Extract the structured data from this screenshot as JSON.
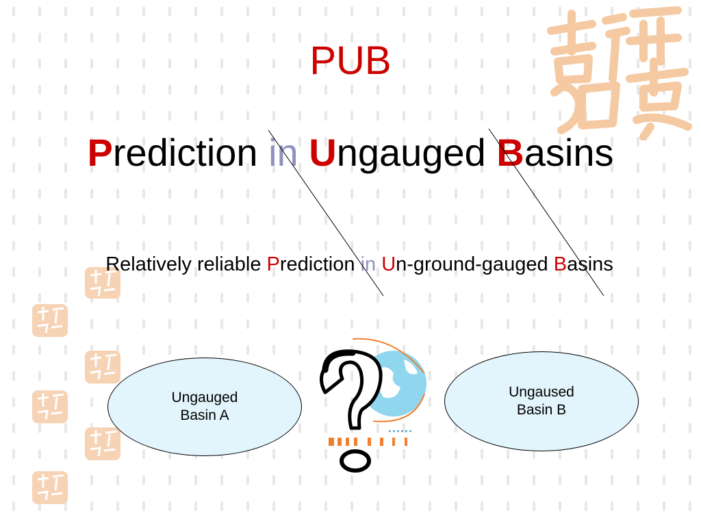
{
  "title": "PUB",
  "subtitle": {
    "p1": "P",
    "p1_rest": "rediction ",
    "in": "in",
    "u1": " U",
    "u1_rest": "ngauged ",
    "b1": "B",
    "b1_rest": "asins"
  },
  "line3": {
    "pre": "Relatively reliable ",
    "p": "P",
    "p_rest": "rediction ",
    "in": "in",
    "u": " U",
    "u_rest": "n-ground-gauged ",
    "b": "B",
    "b_rest": "asins"
  },
  "basin_a": {
    "line1": "Ungauged",
    "line2": "Basin A"
  },
  "basin_b": {
    "line1": "Ungaused",
    "line2": "Basin B"
  },
  "colors": {
    "accent": "#cc0000",
    "ellipse_fill": "#e2f4fc",
    "in_color": "#9090c0",
    "watermark": "#f5c9a2"
  },
  "icons": [
    "question-mark-icon",
    "globe-icon",
    "watermark-seal-icon"
  ]
}
